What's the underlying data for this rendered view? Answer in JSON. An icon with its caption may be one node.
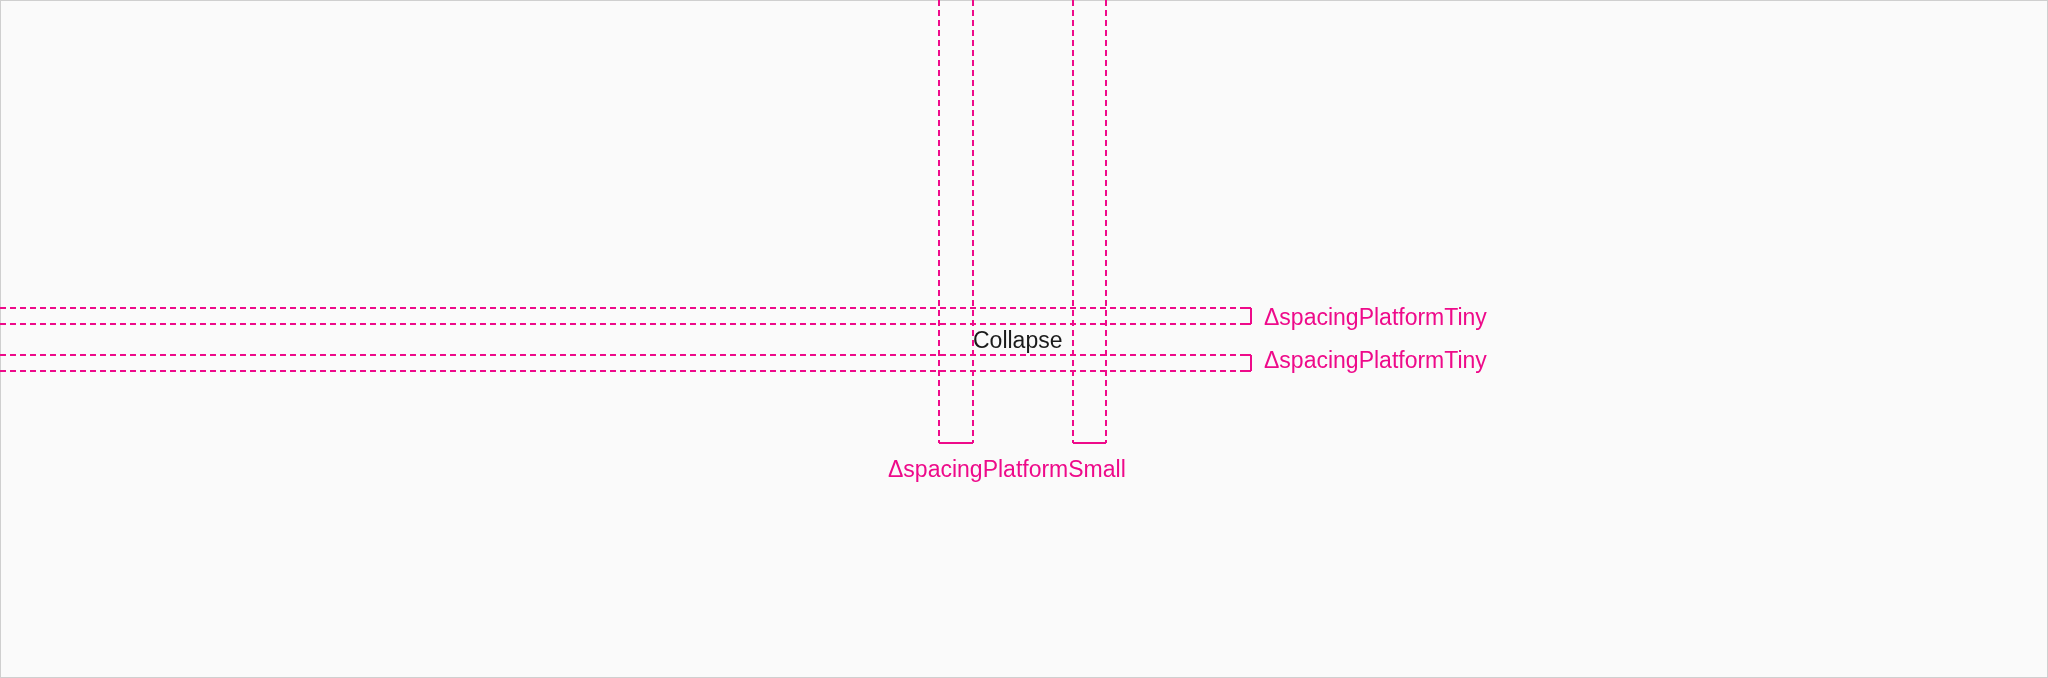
{
  "diagram": {
    "labels": [
      "ΔspacingPlatformTiny",
      "Collapse",
      "ΔspacingPlatformTiny",
      "ΔspacingPlatformSmall"
    ]
  }
}
